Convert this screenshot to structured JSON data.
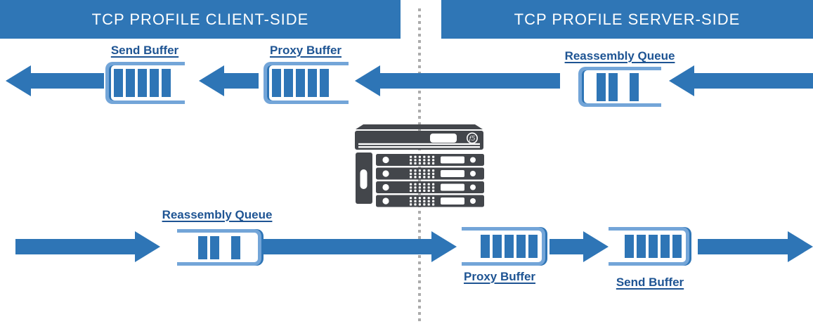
{
  "headers": {
    "client": "TCP PROFILE CLIENT-SIDE",
    "server": "TCP PROFILE SERVER-SIDE"
  },
  "client_side": {
    "send_buffer": {
      "label": "Send Buffer",
      "segments": [
        5
      ]
    },
    "proxy_buffer": {
      "label": "Proxy Buffer",
      "segments": [
        5
      ]
    },
    "reassembly_queue": {
      "label": "Reassembly Queue",
      "segments": [
        2,
        1
      ]
    }
  },
  "server_side": {
    "reassembly_queue": {
      "label": "Reassembly Queue",
      "segments": [
        2,
        1
      ]
    },
    "proxy_buffer": {
      "label": "Proxy Buffer",
      "segments": [
        5
      ]
    },
    "send_buffer": {
      "label": "Send Buffer",
      "segments": [
        5
      ]
    }
  },
  "middlebox": {
    "icon": "f5-server-appliance-icon",
    "logo_text": "f5"
  },
  "colors": {
    "accent_blue": "#2E75B6",
    "header_bg": "#2F76B6",
    "box_border": "#73A5D8",
    "label_text": "#1E5493",
    "divider_gray": "#ACACAC",
    "server_body": "#43464B"
  }
}
